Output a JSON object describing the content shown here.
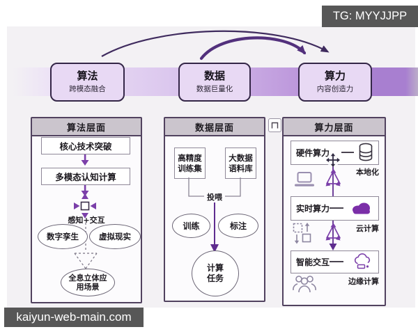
{
  "watermarks": {
    "top": "TG: MYYJJPP",
    "bottom": "kaiyun-web-main.com"
  },
  "colors": {
    "accent_purple": "#7b3fa9",
    "deep_purple": "#52307c",
    "band_right": "#a87fd0",
    "flow_box_fill": "#e8d9f4",
    "flow_box_border": "#342647",
    "panel_header_bg": "#cbc5cd",
    "panel_border": "#51425f",
    "cloud_fill": "#7b2fa8",
    "watermark_bg": "#575757"
  },
  "flow": {
    "nodes": [
      {
        "title": "算法",
        "subtitle": "跨模态融合"
      },
      {
        "title": "数据",
        "subtitle": "数据巨量化"
      },
      {
        "title": "算力",
        "subtitle": "内容创造力"
      }
    ]
  },
  "algorithm_panel": {
    "header": "算法层面",
    "step1": "核心技术突破",
    "step2": "多模态认知计算",
    "converge_label": "感知+交互",
    "option1": "数字孪生",
    "option2": "虚拟现实",
    "result_line1": "全息立体应",
    "result_line2": "用场景"
  },
  "data_panel": {
    "header": "数据层面",
    "source1_line1": "高精度",
    "source1_line2": "训练集",
    "source2_line1": "大数据",
    "source2_line2": "语料库",
    "feed_label": "投喂",
    "task1": "训练",
    "task2": "标注",
    "result_line1": "计算",
    "result_line2": "任务"
  },
  "compute_panel": {
    "header": "算力层面",
    "row1_label": "硬件算力",
    "row1_tag": "本地化",
    "row2_label": "实时算力",
    "row2_tag": "云计算",
    "row3_label": "智能交互",
    "row3_tag": "边缘计算"
  }
}
